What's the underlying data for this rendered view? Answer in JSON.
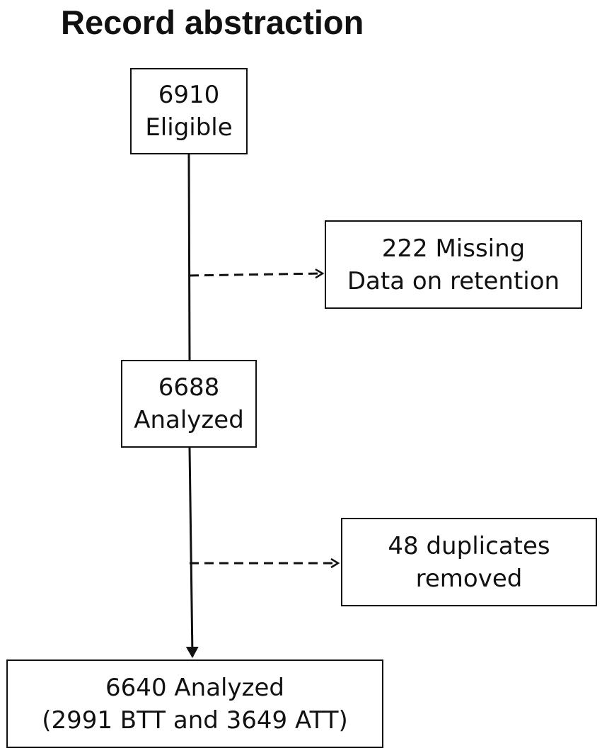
{
  "title": "Record abstraction",
  "nodes": {
    "eligible": {
      "line1": "6910",
      "line2": "Eligible"
    },
    "missing": {
      "line1": "222 Missing",
      "line2": "Data on retention"
    },
    "analyzed": {
      "line1": "6688",
      "line2": "Analyzed"
    },
    "duplicates": {
      "line1": "48 duplicates",
      "line2": "removed"
    },
    "final": {
      "line1": "6640 Analyzed",
      "line2": "(2991 BTT and 3649 ATT)"
    }
  },
  "edges": [
    {
      "from": "eligible",
      "to": "analyzed",
      "style": "solid"
    },
    {
      "from": "eligible-analyzed-line",
      "to": "missing",
      "style": "dashed"
    },
    {
      "from": "analyzed",
      "to": "final",
      "style": "solid"
    },
    {
      "from": "analyzed-final-line",
      "to": "duplicates",
      "style": "dashed"
    }
  ]
}
